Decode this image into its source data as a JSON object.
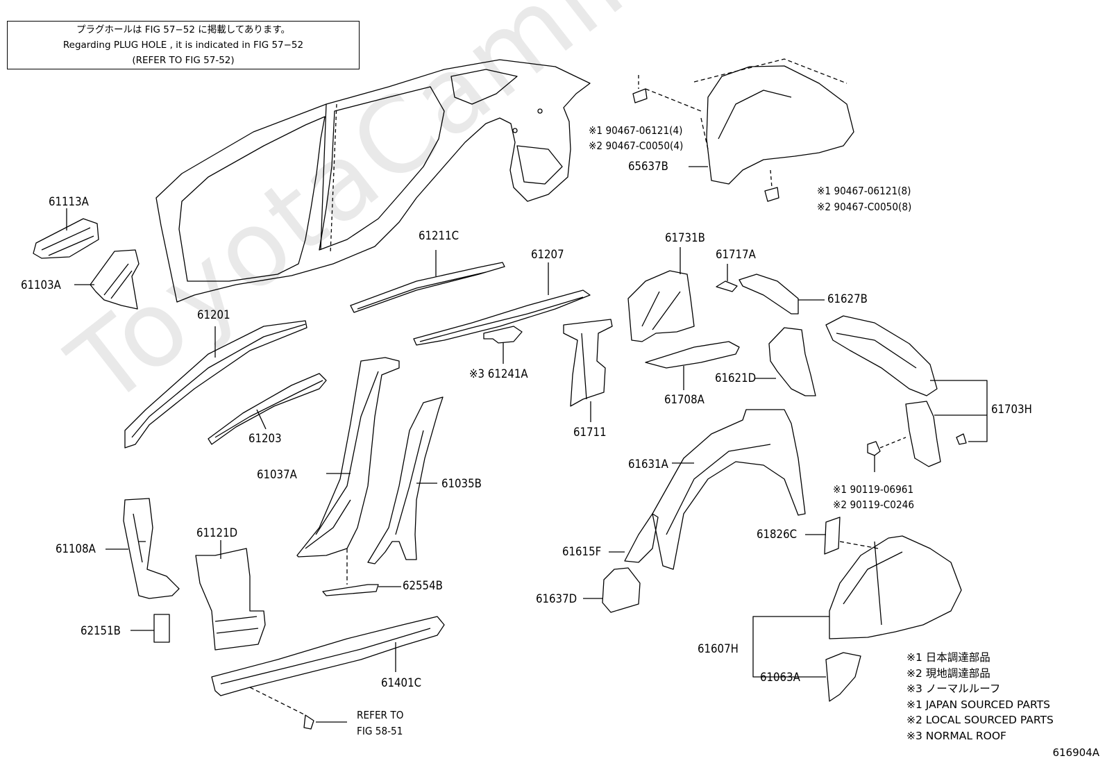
{
  "note": {
    "line1": "プラグホールは FIG  57−52 に掲載してあります。",
    "line2": "Regarding  PLUG  HOLE , it is indicated in FIG  57−52",
    "line3": "(REFER TO FIG 57-52)"
  },
  "watermark": "ToyotaCamline.ru",
  "labels": {
    "p61113A": "61113A",
    "p61103A": "61103A",
    "p61201": "61201",
    "p61203": "61203",
    "p61211C": "61211C",
    "p61207": "61207",
    "p61241A": "※3 61241A",
    "p61711": "61711",
    "p61037A": "61037A",
    "p61035B": "61035B",
    "p61108A": "61108A",
    "p61121D": "61121D",
    "p62151B": "62151B",
    "p62554B": "62554B",
    "p61401C": "61401C",
    "refer1": "REFER TO",
    "refer2": "FIG 58-51",
    "p65637B": "65637B",
    "c1a": "※1 90467-06121(4)",
    "c2a": "※2 90467-C0050(4)",
    "c1b": "※1 90467-06121(8)",
    "c2b": "※2 90467-C0050(8)",
    "p61731B": "61731B",
    "p61717A": "61717A",
    "p61627B": "61627B",
    "p61621D": "61621D",
    "p61708A": "61708A",
    "p61703H": "61703H",
    "b1": "※1 90119-06961",
    "b2": "※2 90119-C0246",
    "p61631A": "61631A",
    "p61615F": "61615F",
    "p61637D": "61637D",
    "p61826C": "61826C",
    "p61607H": "61607H",
    "p61063A": "61063A"
  },
  "legend": [
    "※1 日本調達部品",
    "※2 現地調達部品",
    "※3 ノーマルルーフ",
    "※1 JAPAN SOURCED PARTS",
    "※2 LOCAL SOURCED PARTS",
    "※3 NORMAL ROOF"
  ],
  "figure_code": "616904A"
}
